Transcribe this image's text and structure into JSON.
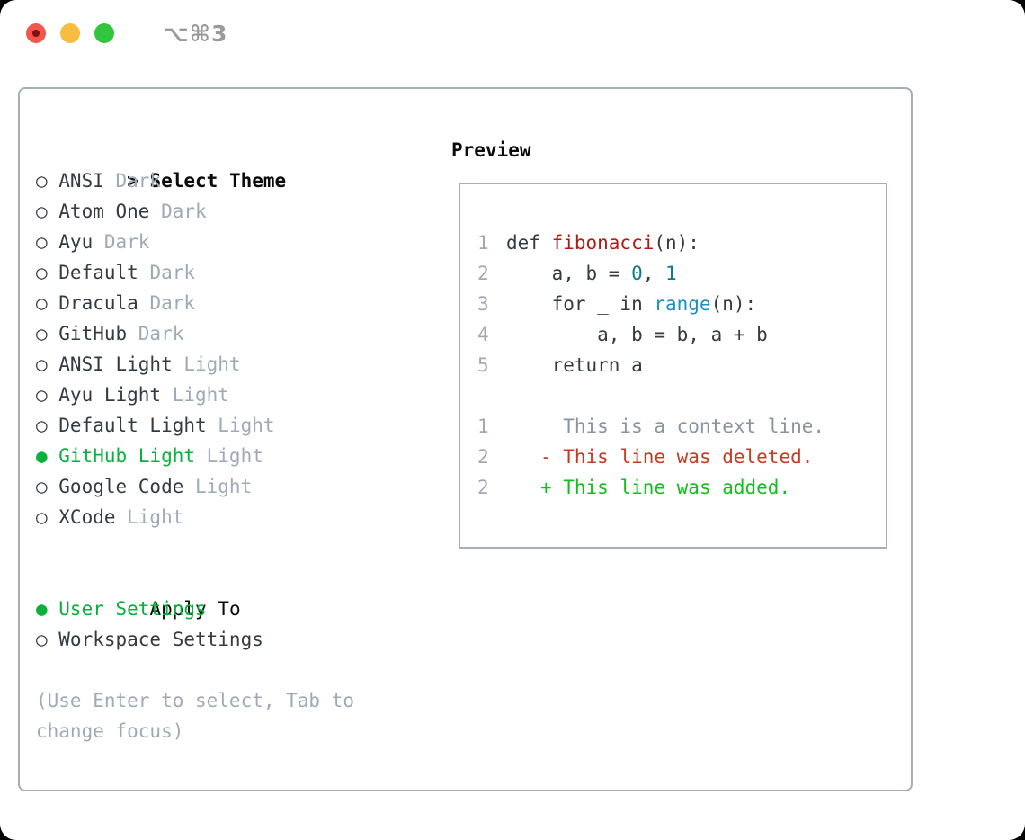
{
  "window": {
    "title": "⌥⌘3",
    "traffic_lights": [
      "close",
      "minimize",
      "zoom"
    ]
  },
  "picker": {
    "prompt_prefix": ">",
    "prompt": "Select Theme",
    "radio_on_glyph": "●",
    "radio_off_glyph": "○",
    "themes": [
      {
        "name": "ANSI",
        "tag": "Dark",
        "selected": false
      },
      {
        "name": "Atom One",
        "tag": "Dark",
        "selected": false
      },
      {
        "name": "Ayu",
        "tag": "Dark",
        "selected": false
      },
      {
        "name": "Default",
        "tag": "Dark",
        "selected": false
      },
      {
        "name": "Dracula",
        "tag": "Dark",
        "selected": false
      },
      {
        "name": "GitHub",
        "tag": "Dark",
        "selected": false
      },
      {
        "name": "ANSI Light",
        "tag": "Light",
        "selected": false
      },
      {
        "name": "Ayu Light",
        "tag": "Light",
        "selected": false
      },
      {
        "name": "Default Light",
        "tag": "Light",
        "selected": false
      },
      {
        "name": "GitHub Light",
        "tag": "Light",
        "selected": true
      },
      {
        "name": "Google Code",
        "tag": "Light",
        "selected": false
      },
      {
        "name": "XCode",
        "tag": "Light",
        "selected": false
      }
    ],
    "apply_to": {
      "label": "Apply To",
      "options": [
        {
          "name": "User Settings",
          "selected": true
        },
        {
          "name": "Workspace Settings",
          "selected": false
        }
      ]
    },
    "hint": "(Use Enter to select, Tab to change focus)"
  },
  "preview": {
    "title": "Preview",
    "code_lines": [
      {
        "num": "1",
        "segments": [
          [
            "def ",
            "plain"
          ],
          [
            "fibonacci",
            "func"
          ],
          [
            "(n):",
            "plain"
          ]
        ]
      },
      {
        "num": "2",
        "segments": [
          [
            "    a, b = ",
            "plain"
          ],
          [
            "0",
            "num"
          ],
          [
            ", ",
            "plain"
          ],
          [
            "1",
            "num"
          ]
        ]
      },
      {
        "num": "3",
        "segments": [
          [
            "    for _ in ",
            "plain"
          ],
          [
            "range",
            "call"
          ],
          [
            "(n):",
            "plain"
          ]
        ]
      },
      {
        "num": "4",
        "segments": [
          [
            "        a, b = b, a + b",
            "plain"
          ]
        ]
      },
      {
        "num": "5",
        "segments": [
          [
            "    return a",
            "plain"
          ]
        ]
      }
    ],
    "diff_lines": [
      {
        "num": "1",
        "segments": [
          [
            "     This is a context line.",
            "context"
          ]
        ]
      },
      {
        "num": "2",
        "segments": [
          [
            "   ",
            "plain"
          ],
          [
            "- This line was deleted.",
            "deleted"
          ]
        ]
      },
      {
        "num": "2",
        "segments": [
          [
            "   ",
            "plain"
          ],
          [
            "+ This line was added.",
            "added"
          ]
        ]
      }
    ]
  },
  "colors": {
    "window_bg": "#ffffff",
    "outside_bg": "#000000",
    "border": "#a6aeb9",
    "heading": "#0b0b0d",
    "text_dark": "#353b44",
    "muted": "#a0aab6",
    "context_gray": "#8a939e",
    "selection_green": "#0bb13c",
    "added_green": "#12c01d",
    "deleted_red": "#c73b21",
    "func_red": "#ae1d15",
    "number_teal": "#0c7d87",
    "call_blue": "#1b90c4",
    "title_gray": "#9a9a9a",
    "traffic_red": "#f4554d",
    "traffic_red_dot": "#7c120c",
    "traffic_yellow": "#f6bd41",
    "traffic_green": "#32c63e"
  }
}
